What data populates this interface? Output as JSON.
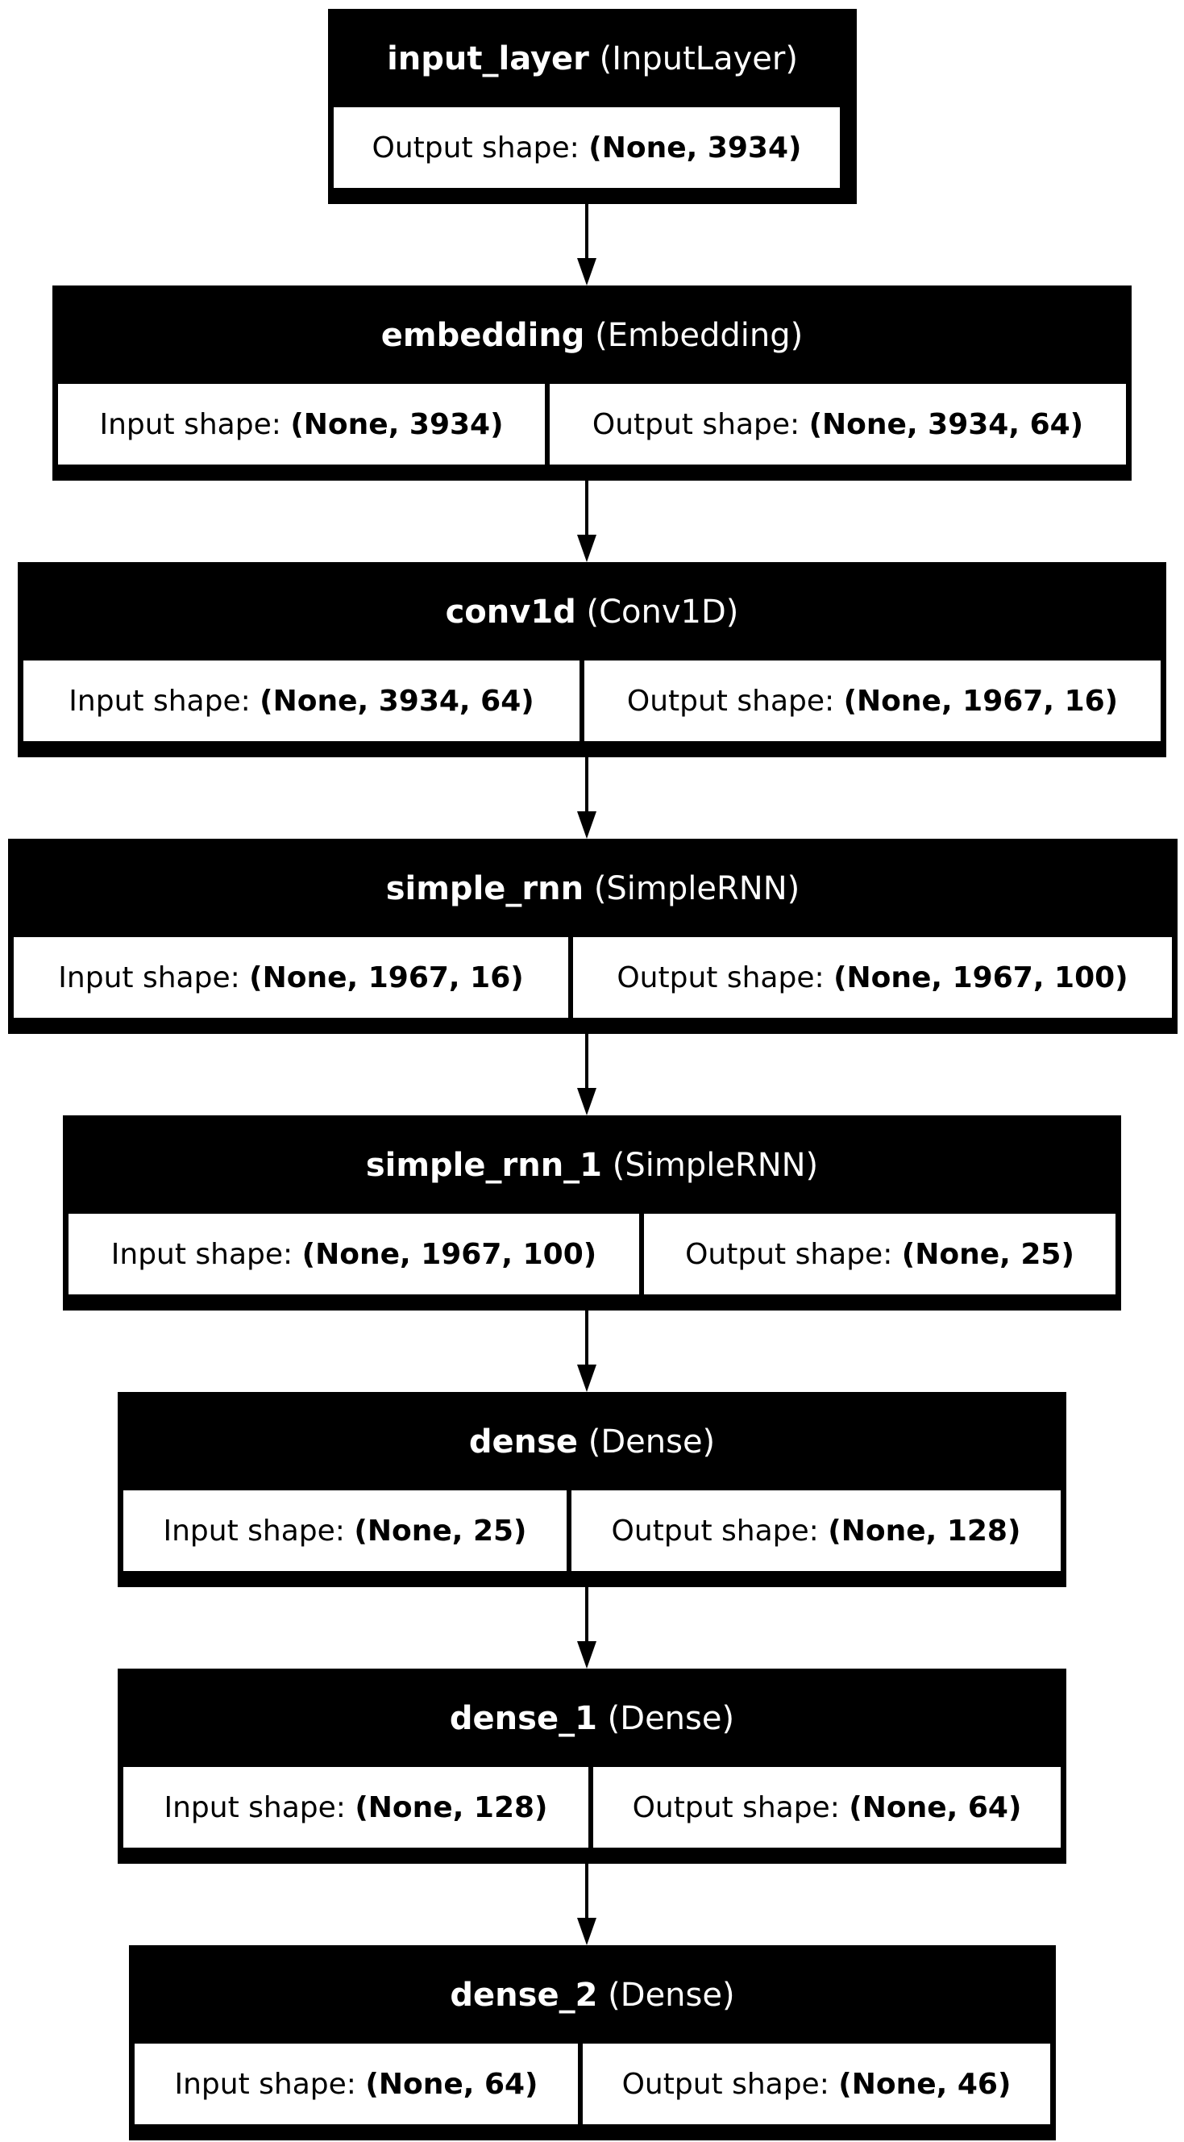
{
  "diagram": {
    "layers": [
      {
        "name": "input_layer",
        "type": "(InputLayer)",
        "cells": [
          {
            "label": "Output shape: ",
            "value": "(None, 3934)"
          }
        ]
      },
      {
        "name": "embedding",
        "type": "(Embedding)",
        "cells": [
          {
            "label": "Input shape: ",
            "value": "(None, 3934)"
          },
          {
            "label": "Output shape: ",
            "value": "(None, 3934, 64)"
          }
        ]
      },
      {
        "name": "conv1d",
        "type": "(Conv1D)",
        "cells": [
          {
            "label": "Input shape: ",
            "value": "(None, 3934, 64)"
          },
          {
            "label": "Output shape: ",
            "value": "(None, 1967, 16)"
          }
        ]
      },
      {
        "name": "simple_rnn",
        "type": "(SimpleRNN)",
        "cells": [
          {
            "label": "Input shape: ",
            "value": "(None, 1967, 16)"
          },
          {
            "label": "Output shape: ",
            "value": "(None, 1967, 100)"
          }
        ]
      },
      {
        "name": "simple_rnn_1",
        "type": "(SimpleRNN)",
        "cells": [
          {
            "label": "Input shape: ",
            "value": "(None, 1967, 100)"
          },
          {
            "label": "Output shape: ",
            "value": "(None, 25)"
          }
        ]
      },
      {
        "name": "dense",
        "type": "(Dense)",
        "cells": [
          {
            "label": "Input shape: ",
            "value": "(None, 25)"
          },
          {
            "label": "Output shape: ",
            "value": "(None, 128)"
          }
        ]
      },
      {
        "name": "dense_1",
        "type": "(Dense)",
        "cells": [
          {
            "label": "Input shape: ",
            "value": "(None, 128)"
          },
          {
            "label": "Output shape: ",
            "value": "(None, 64)"
          }
        ]
      },
      {
        "name": "dense_2",
        "type": "(Dense)",
        "cells": [
          {
            "label": "Input shape: ",
            "value": "(None, 64)"
          },
          {
            "label": "Output shape: ",
            "value": "(None, 46)"
          }
        ]
      }
    ]
  }
}
